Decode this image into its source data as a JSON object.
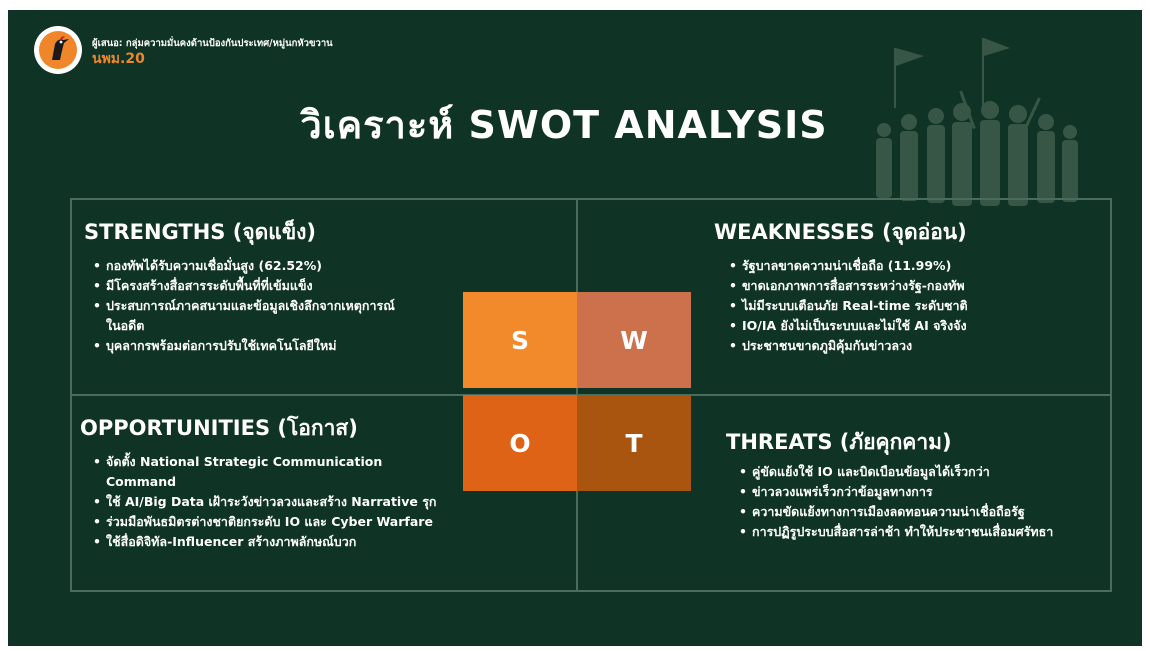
{
  "header": {
    "presenter": "ผู้เสนอ: กลุ่มความมั่นคงด้านป้องกันประเทศ/หมู่นกหัวขวาน",
    "class_label": "นพม.20",
    "title": "วิเคราะห์ SWOT ANALYSIS"
  },
  "strengths": {
    "heading": "STRENGTHS (จุดแข็ง)",
    "items": [
      "กองทัพได้รับความเชื่อมั่นสูง (62.52%)",
      "มีโครงสร้างสื่อสารระดับพื้นที่ที่เข้มแข็ง",
      "ประสบการณ์ภาคสนามและข้อมูลเชิงลึกจากเหตุการณ์",
      "ในอดีต",
      "บุคลากรพร้อมต่อการปรับใช้เทคโนโลยีใหม่"
    ]
  },
  "weaknesses": {
    "heading": "WEAKNESSES (จุดอ่อน)",
    "items": [
      "รัฐบาลขาดความน่าเชื่อถือ (11.99%)",
      "ขาดเอกภาพการสื่อสารระหว่างรัฐ-กองทัพ",
      "ไม่มีระบบเตือนภัย Real-time ระดับชาติ",
      "IO/IA ยังไม่เป็นระบบและไม่ใช้ AI จริงจัง",
      "ประชาชนขาดภูมิคุ้มกันข่าวลวง"
    ]
  },
  "opportunities": {
    "heading": "OPPORTUNITIES (โอกาส)",
    "items": [
      "จัดตั้ง National Strategic Communication",
      "Command",
      "ใช้ AI/Big Data เฝ้าระวังข่าวลวงและสร้าง Narrative รุก",
      "ร่วมมือพันธมิตรต่างชาติยกระดับ IO และ Cyber Warfare",
      "ใช้สื่อดิจิทัล-Influencer สร้างภาพลักษณ์บวก"
    ]
  },
  "threats": {
    "heading": "THREATS (ภัยคุกคาม)",
    "items": [
      "คู่ขัดแย้งใช้ IO และบิดเบือนข้อมูลได้เร็วกว่า",
      "ข่าวลวงแพร่เร็วกว่าข้อมูลทางการ",
      "ความขัดแย้งทางการเมืองลดทอนความน่าเชื่อถือรัฐ",
      "การปฏิรูประบบสื่อสารล่าช้า ทำให้ประชาชนเสื่อมศรัทธา"
    ]
  },
  "quadrants": {
    "s": "S",
    "w": "W",
    "o": "O",
    "t": "T"
  },
  "colors": {
    "background": "#0f3324",
    "s": "#f28a2c",
    "w": "#cd714c",
    "o": "#de6316",
    "t": "#a9540f",
    "accent": "#f0862a"
  }
}
